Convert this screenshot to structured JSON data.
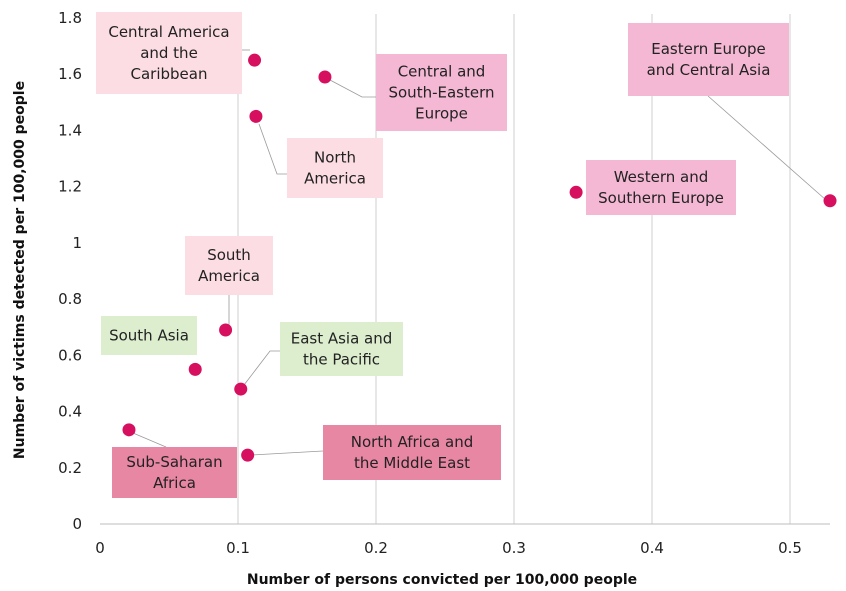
{
  "chart_data": {
    "type": "scatter",
    "xlabel": "Number of persons convicted per 100,000 people",
    "ylabel": "Number of victims detected per 100,000 people",
    "xlim": [
      0,
      0.55
    ],
    "ylim": [
      0,
      1.8
    ],
    "xticks": [
      0,
      0.1,
      0.2,
      0.3,
      0.4,
      0.5
    ],
    "xtick_labels": [
      "0",
      "0.1",
      "0.2",
      "0.3",
      "0.4",
      "0.5"
    ],
    "yticks": [
      0,
      0.2,
      0.4,
      0.6,
      0.8,
      1,
      1.2,
      1.4,
      1.6,
      1.8
    ],
    "ytick_labels": [
      "0",
      "0.2",
      "0.4",
      "0.6",
      "0.8",
      "1",
      "1.2",
      "1.4",
      "1.6",
      "1.8"
    ],
    "grid": "vertical",
    "point_color": "#d6105f",
    "colors": {
      "light_pink": "#fbdde3",
      "pink": "#f5b8d4",
      "dark_pink": "#e887a4",
      "green": "#ddeecf"
    },
    "points": [
      {
        "label": "Central America and the Caribbean",
        "lines": [
          "Central America",
          "and the",
          "Caribbean"
        ],
        "x": 0.112,
        "y": 1.65,
        "color": "light_pink"
      },
      {
        "label": "Central and South-Eastern Europe",
        "lines": [
          "Central and",
          "South-Eastern",
          "Europe"
        ],
        "x": 0.163,
        "y": 1.59,
        "color": "pink"
      },
      {
        "label": "North America",
        "lines": [
          "North",
          "America"
        ],
        "x": 0.113,
        "y": 1.45,
        "color": "light_pink"
      },
      {
        "label": "Eastern Europe and Central Asia",
        "lines": [
          "Eastern Europe",
          "and Central Asia"
        ],
        "x": 0.529,
        "y": 1.15,
        "color": "pink"
      },
      {
        "label": "Western and Southern Europe",
        "lines": [
          "Western and",
          "Southern Europe"
        ],
        "x": 0.345,
        "y": 1.18,
        "color": "pink"
      },
      {
        "label": "South America",
        "lines": [
          "South",
          "America"
        ],
        "x": 0.091,
        "y": 0.69,
        "color": "light_pink"
      },
      {
        "label": "South Asia",
        "lines": [
          "South Asia"
        ],
        "x": 0.069,
        "y": 0.55,
        "color": "green"
      },
      {
        "label": "East Asia and the Pacific",
        "lines": [
          "East Asia and",
          "the Pacific"
        ],
        "x": 0.102,
        "y": 0.48,
        "color": "green"
      },
      {
        "label": "Sub-Saharan Africa",
        "lines": [
          "Sub-Saharan",
          "Africa"
        ],
        "x": 0.021,
        "y": 0.335,
        "color": "dark_pink"
      },
      {
        "label": "North Africa and the Middle East",
        "lines": [
          "North Africa and",
          "the Middle East"
        ],
        "x": 0.107,
        "y": 0.245,
        "color": "dark_pink"
      }
    ]
  }
}
